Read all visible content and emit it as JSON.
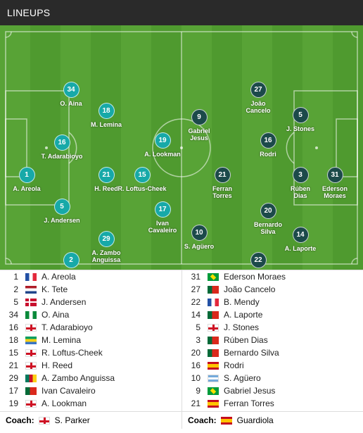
{
  "header": {
    "title": "LINEUPS"
  },
  "home_players": [
    {
      "num": "1",
      "name": "A. Areola",
      "flag": "fr"
    },
    {
      "num": "2",
      "name": "K. Tete",
      "flag": "nl"
    },
    {
      "num": "5",
      "name": "J. Andersen",
      "flag": "dk"
    },
    {
      "num": "34",
      "name": "O. Aina",
      "flag": "ng"
    },
    {
      "num": "16",
      "name": "T. Adarabioyo",
      "flag": "en"
    },
    {
      "num": "18",
      "name": "M. Lemina",
      "flag": "ga"
    },
    {
      "num": "15",
      "name": "R. Loftus-Cheek",
      "flag": "en"
    },
    {
      "num": "21",
      "name": "H. Reed",
      "flag": "en"
    },
    {
      "num": "29",
      "name": "A. Zambo Anguissa",
      "flag": "cm"
    },
    {
      "num": "17",
      "name": "Ivan Cavaleiro",
      "flag": "pt"
    },
    {
      "num": "19",
      "name": "A. Lookman",
      "flag": "en"
    }
  ],
  "away_players": [
    {
      "num": "31",
      "name": "Ederson Moraes",
      "flag": "br"
    },
    {
      "num": "27",
      "name": "João Cancelo",
      "flag": "pt"
    },
    {
      "num": "22",
      "name": "B. Mendy",
      "flag": "fr"
    },
    {
      "num": "14",
      "name": "A. Laporte",
      "flag": "pt"
    },
    {
      "num": "5",
      "name": "J. Stones",
      "flag": "en"
    },
    {
      "num": "3",
      "name": "Rúben Dias",
      "flag": "pt"
    },
    {
      "num": "20",
      "name": "Bernardo Silva",
      "flag": "pt"
    },
    {
      "num": "16",
      "name": "Rodri",
      "flag": "es"
    },
    {
      "num": "10",
      "name": "S. Agüero",
      "flag": "ar"
    },
    {
      "num": "9",
      "name": "Gabriel Jesus",
      "flag": "br"
    },
    {
      "num": "21",
      "name": "Ferran Torres",
      "flag": "es"
    }
  ],
  "pitch_home": [
    {
      "num": "34",
      "l1": "O. Aina",
      "l2": ""
    },
    {
      "num": "18",
      "l1": "M. Lemina",
      "l2": ""
    },
    {
      "num": "16",
      "l1": "T. Adarabioyo",
      "l2": ""
    },
    {
      "num": "19",
      "l1": "A. Lookman",
      "l2": ""
    },
    {
      "num": "1",
      "l1": "A. Areola",
      "l2": ""
    },
    {
      "num": "21",
      "l1": "H. Reed",
      "l2": ""
    },
    {
      "num": "15",
      "l1": "R. Loftus-Cheek",
      "l2": ""
    },
    {
      "num": "5",
      "l1": "J. Andersen",
      "l2": ""
    },
    {
      "num": "17",
      "l1": "Ivan",
      "l2": "Cavaleiro"
    },
    {
      "num": "29",
      "l1": "A. Zambo",
      "l2": "Anguissa"
    },
    {
      "num": "2",
      "l1": "K. Tete",
      "l2": ""
    }
  ],
  "pitch_away": [
    {
      "num": "27",
      "l1": "João",
      "l2": "Cancelo"
    },
    {
      "num": "9",
      "l1": "Gabriel",
      "l2": "Jesus"
    },
    {
      "num": "5",
      "l1": "J. Stones",
      "l2": ""
    },
    {
      "num": "16",
      "l1": "Rodri",
      "l2": ""
    },
    {
      "num": "21",
      "l1": "Ferran",
      "l2": "Torres"
    },
    {
      "num": "3",
      "l1": "Rúben",
      "l2": "Dias"
    },
    {
      "num": "31",
      "l1": "Ederson",
      "l2": "Moraes"
    },
    {
      "num": "20",
      "l1": "Bernardo",
      "l2": "Silva"
    },
    {
      "num": "10",
      "l1": "S. Agüero",
      "l2": ""
    },
    {
      "num": "14",
      "l1": "A. Laporte",
      "l2": ""
    },
    {
      "num": "22",
      "l1": "B. Mendy",
      "l2": ""
    }
  ],
  "coaches": {
    "label": "Coach:",
    "home": {
      "name": "S. Parker",
      "flag": "en"
    },
    "away": {
      "name": "Guardiola",
      "flag": "es"
    }
  },
  "colors": {
    "home_disc": "#17a9a8",
    "away_disc": "#1c4a4a",
    "pitch": "#58a336",
    "header_bg": "#2a2a2a"
  }
}
